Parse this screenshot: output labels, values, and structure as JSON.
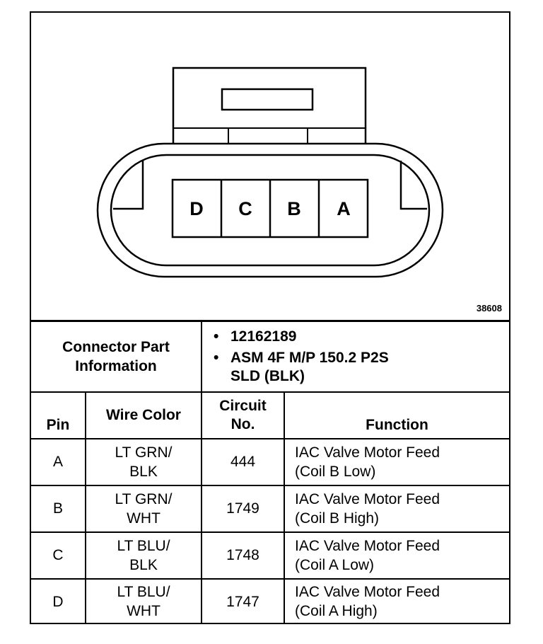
{
  "figure": {
    "id": "38608",
    "pins": [
      "D",
      "C",
      "B",
      "A"
    ]
  },
  "connector_info": {
    "label_line1": "Connector Part",
    "label_line2": "Information",
    "part_number": "12162189",
    "description_line1": "ASM 4F M/P 150.2 P2S",
    "description_line2": "SLD (BLK)"
  },
  "table": {
    "headers": {
      "pin": "Pin",
      "wire_color": "Wire Color",
      "circuit_line1": "Circuit",
      "circuit_line2": "No.",
      "function": "Function"
    },
    "rows": [
      {
        "pin": "A",
        "color1": "LT GRN/",
        "color2": "BLK",
        "circuit": "444",
        "func1": "IAC Valve Motor Feed",
        "func2": "(Coil B Low)"
      },
      {
        "pin": "B",
        "color1": "LT GRN/",
        "color2": "WHT",
        "circuit": "1749",
        "func1": "IAC Valve Motor Feed",
        "func2": "(Coil B High)"
      },
      {
        "pin": "C",
        "color1": "LT BLU/",
        "color2": "BLK",
        "circuit": "1748",
        "func1": "IAC Valve Motor Feed",
        "func2": "(Coil A Low)"
      },
      {
        "pin": "D",
        "color1": "LT BLU/",
        "color2": "WHT",
        "circuit": "1747",
        "func1": "IAC Valve Motor Feed",
        "func2": "(Coil A High)"
      }
    ]
  }
}
